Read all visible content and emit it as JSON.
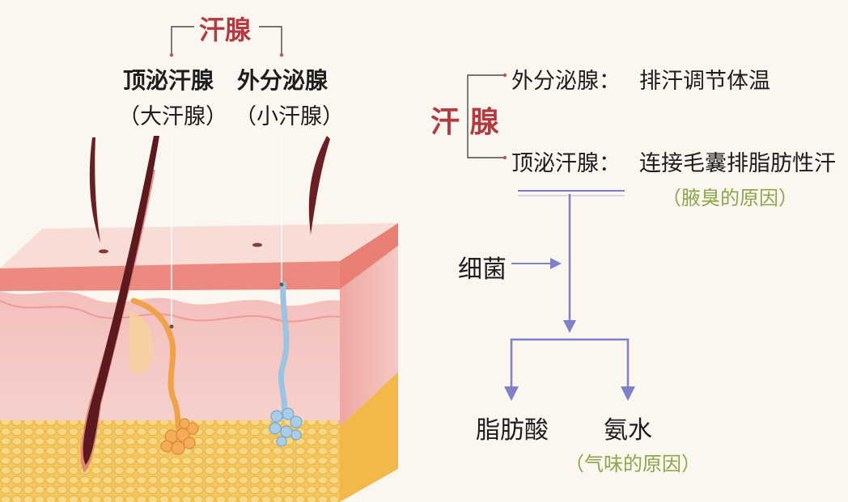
{
  "left": {
    "title": "汗腺",
    "apocrine": {
      "name": "顶泌汗腺",
      "alias": "（大汗腺）"
    },
    "eccrine": {
      "name": "外分泌腺",
      "alias": "（小汗腺）"
    }
  },
  "right": {
    "root": "汗 腺",
    "eccrine": {
      "name": "外分泌腺：",
      "function": "排汗调节体温"
    },
    "apocrine": {
      "name": "顶泌汗腺：",
      "function": "连接毛囊排脂肪性汗",
      "note": "（腋臭的原因）"
    },
    "bacteria": "细菌",
    "products": [
      {
        "name": "脂肪酸"
      },
      {
        "name": "氨水"
      }
    ],
    "product_note": "（气味的原因）"
  },
  "colors": {
    "title_red": "#b43a42",
    "note_green": "#8ea64a",
    "arrow": "#8080c8",
    "skin_top": "#f6d6cf",
    "skin_edge": "#e97f74",
    "dermis": "#f3c2be",
    "fat": "#f2c257",
    "hair": "#6a1f22",
    "apocrine_gland": "#f0a24a",
    "eccrine_gland": "#9cc3df"
  }
}
